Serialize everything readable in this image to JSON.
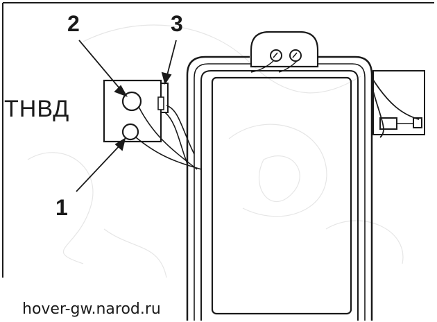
{
  "labels": {
    "pump": "ТНВД",
    "callout_1": "1",
    "callout_2": "2",
    "callout_3": "3"
  },
  "watermark": "hover-gw.narod.ru",
  "colors": {
    "ink": "#1a1a1a",
    "background": "#ffffff"
  }
}
